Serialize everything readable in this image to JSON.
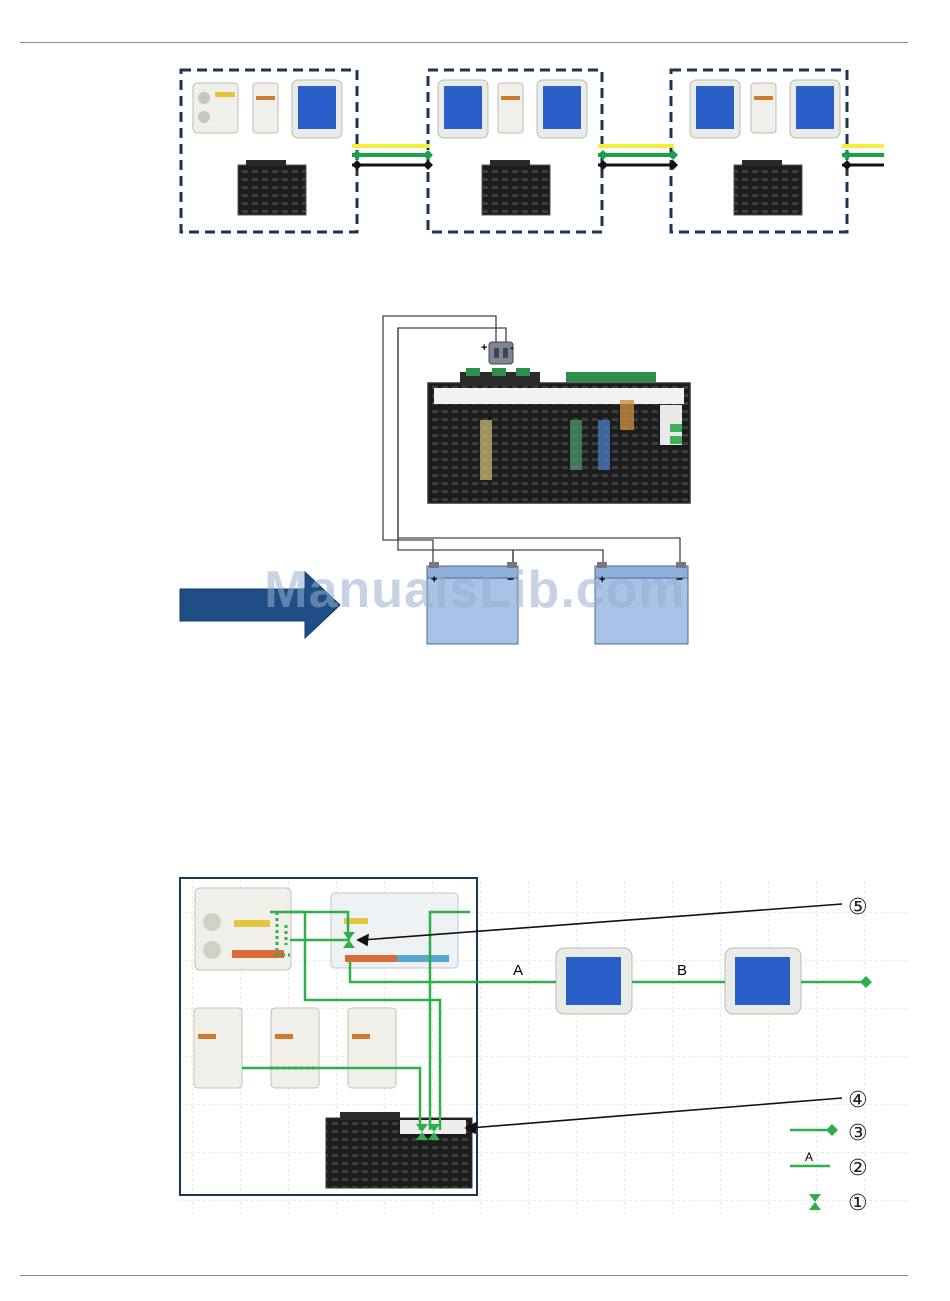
{
  "page": {
    "watermark": "ManualsLib.com"
  },
  "diagram_top": {
    "groups": [
      "group-1",
      "group-2",
      "group-3"
    ],
    "bus_colors": [
      "#f4ef3a",
      "#1aa14a",
      "#111111"
    ]
  },
  "diagram_middle": {
    "polarity_plus": "+",
    "polarity_minus": "-",
    "battery_plus": "+",
    "battery_minus": "−"
  },
  "diagram_bottom": {
    "segment_a": "A",
    "segment_b": "B",
    "legend": [
      {
        "number": "⑤",
        "item": "callout-5"
      },
      {
        "number": "④",
        "item": "callout-4"
      },
      {
        "number": "③",
        "item": "bus-termination"
      },
      {
        "number": "②",
        "item": "segment-label"
      },
      {
        "number": "①",
        "item": "hourglass-junction"
      }
    ],
    "legend_sample_a": "A"
  },
  "colors": {
    "frame": "#1b3557",
    "bus_green": "#2fae4c",
    "arrow_blue": "#1f4e86",
    "battery": "#a9c3e6",
    "screen_blue": "#2a5fc9"
  }
}
